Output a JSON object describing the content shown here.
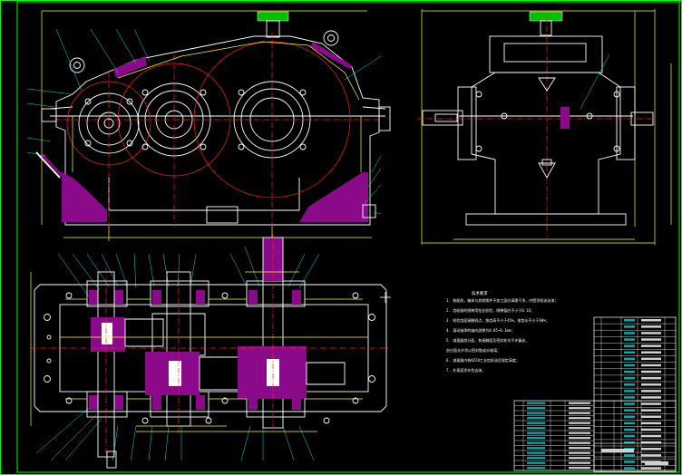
{
  "drawing": {
    "notes_title": "技术要求",
    "notes": [
      "1. 装配前，箱体与其他铸件不加工面应清理干净，内壁涂耐油油漆；",
      "2. 齿轮副的侧隙用铅丝检验，侧隙值应不小于0.16；",
      "3. 检验齿面接触斑点，按齿高不小于45%，按齿长不小于60%；",
      "4. 滚动轴承的轴向游隙为0.05~0.1mm；",
      "5. 减速器剖分面、各接触面及密封处均不许漏油，",
      "   剖分面允许涂以密封胶或水玻璃；",
      "6. 减速器内装N220工业齿轮油至规定高度；",
      "7. 外表面涂灰色油漆。"
    ],
    "title_block": {
      "rows_upper": 24,
      "rows_lower": 14
    },
    "colors": {
      "background": "#000000",
      "outline": "#ffffff",
      "centerline": "#ff2020",
      "dimension": "#ffff00",
      "frame": "#00ff00",
      "leader": "#00e0e0",
      "hatch": "#8a0a8a"
    }
  }
}
